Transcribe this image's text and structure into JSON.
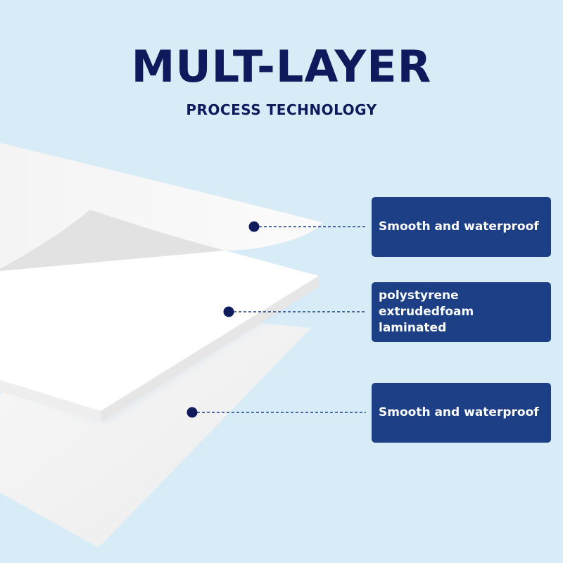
{
  "header": {
    "title": "MULT-LAYER",
    "subtitle": "PROCESS TECHNOLOGY"
  },
  "labels": [
    {
      "text": "Smooth and waterproof"
    },
    {
      "text": "polystyrene\nextrudedfoam laminated"
    },
    {
      "text": "Smooth and waterproof"
    }
  ],
  "colors": {
    "background": "#d8ecf8",
    "title": "#0f1a5c",
    "label_box": "#1c3f86",
    "dot": "#0f1a5c"
  }
}
